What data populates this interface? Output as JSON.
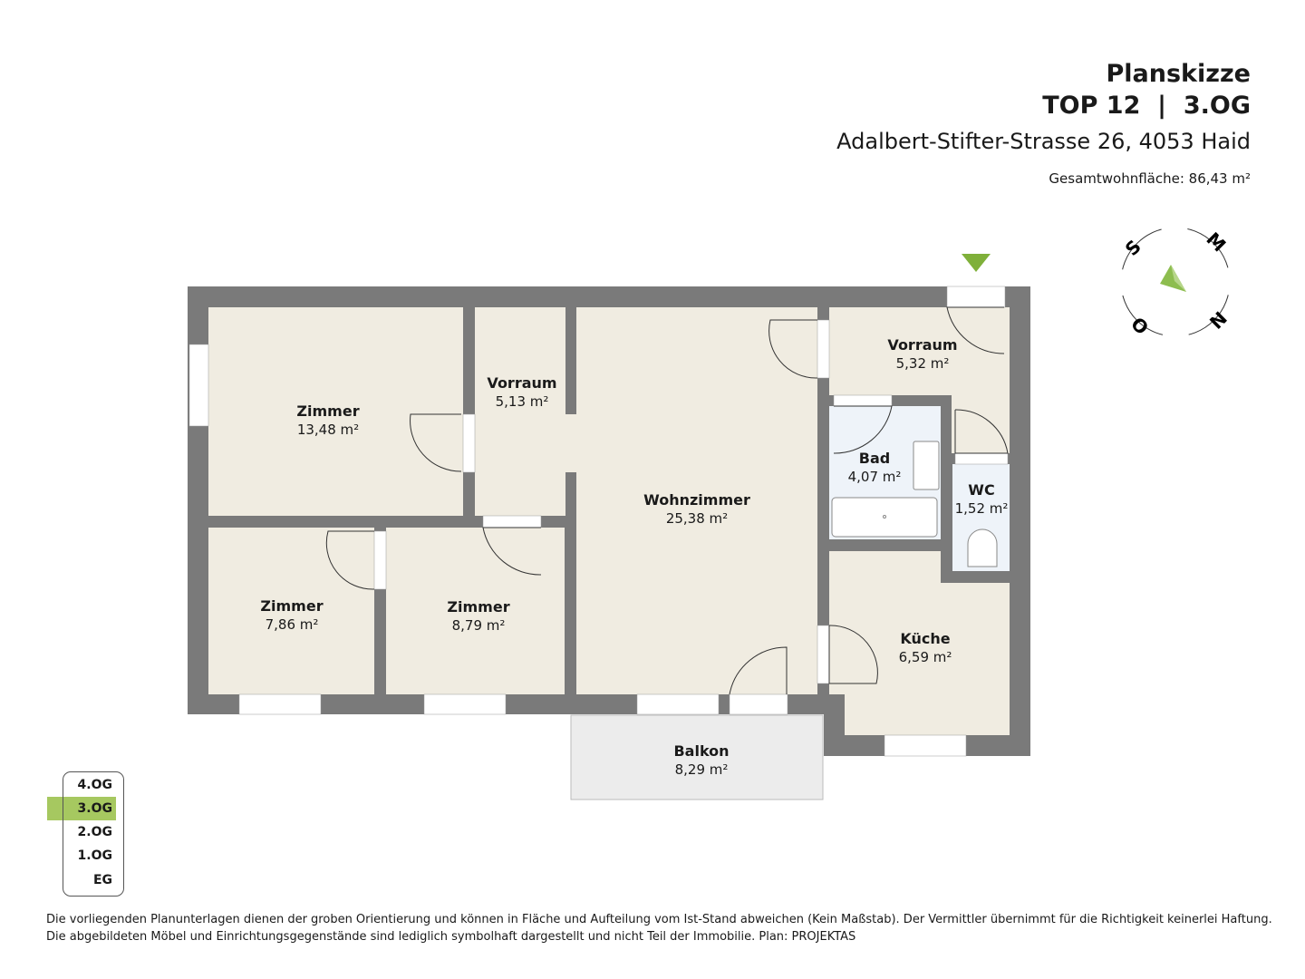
{
  "header": {
    "title": "Planskizze",
    "unit": "TOP 12  |  3.OG",
    "address": "Adalbert-Stifter-Strasse 26, 4053 Haid",
    "total_area": "Gesamtwohnfläche: 86,43 m²"
  },
  "compass": {
    "s": "S",
    "m": "M",
    "n": "N",
    "o": "O"
  },
  "rooms": [
    {
      "name": "Zimmer",
      "area": "13,48  m²"
    },
    {
      "name": "Vorraum",
      "area": "5,13 m²"
    },
    {
      "name": "Wohnzimmer",
      "area": "25,38 m²"
    },
    {
      "name": "Vorraum",
      "area": "5,32 m²"
    },
    {
      "name": "Bad",
      "area": "4,07 m²"
    },
    {
      "name": "WC",
      "area": "1,52 m²"
    },
    {
      "name": "Zimmer",
      "area": "7,86 m²"
    },
    {
      "name": "Zimmer",
      "area": "8,79 m²"
    },
    {
      "name": "Küche",
      "area": "6,59 m²"
    },
    {
      "name": "Balkon",
      "area": "8,29 m²"
    }
  ],
  "floors": [
    "4.OG",
    "3.OG",
    "2.OG",
    "1.OG",
    "EG"
  ],
  "selected_floor": "3.OG",
  "colors": {
    "wall": "#7a7a7a",
    "room": "#f0ece1",
    "wet": "#eef3f9",
    "accent": "#7fb03a",
    "highlight": "#a6c860",
    "balcony": "#ececec"
  },
  "footer": "Die vorliegenden Planunterlagen dienen der groben Orientierung und können in Fläche und Aufteilung vom Ist-Stand abweichen (Kein Maßstab). Der Vermittler übernimmt für die Richtigkeit keinerlei Haftung. Die abgebildeten Möbel und Einrichtungsgegenstände sind lediglich symbolhaft dargestellt und nicht Teil der Immobilie. Plan: PROJEKTAS"
}
